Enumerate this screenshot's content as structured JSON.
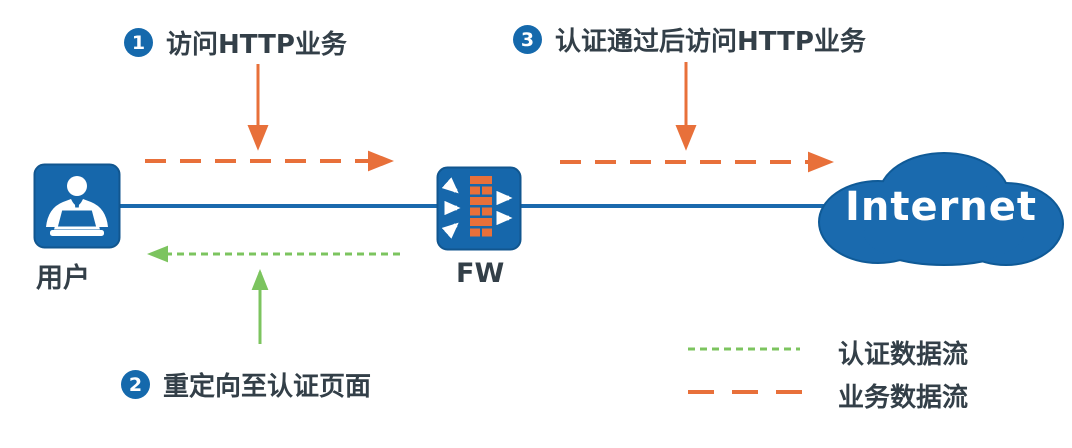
{
  "colors": {
    "blue": "#1a69ad",
    "blue_dark": "#11568f",
    "orange": "#e8703a",
    "green": "#7cc45f",
    "text_dark": "#333f48"
  },
  "steps": [
    {
      "num": "1",
      "label": "访问HTTP业务"
    },
    {
      "num": "2",
      "label": "重定向至认证页面"
    },
    {
      "num": "3",
      "label": "认证通过后访问HTTP业务"
    }
  ],
  "nodes": {
    "user": {
      "label": "用户"
    },
    "firewall": {
      "label": "FW"
    },
    "internet": {
      "label": "Internet"
    }
  },
  "legend": {
    "auth": {
      "label": "认证数据流",
      "line_style": "green-dashed"
    },
    "service": {
      "label": "业务数据流",
      "line_style": "orange-dashed"
    }
  }
}
